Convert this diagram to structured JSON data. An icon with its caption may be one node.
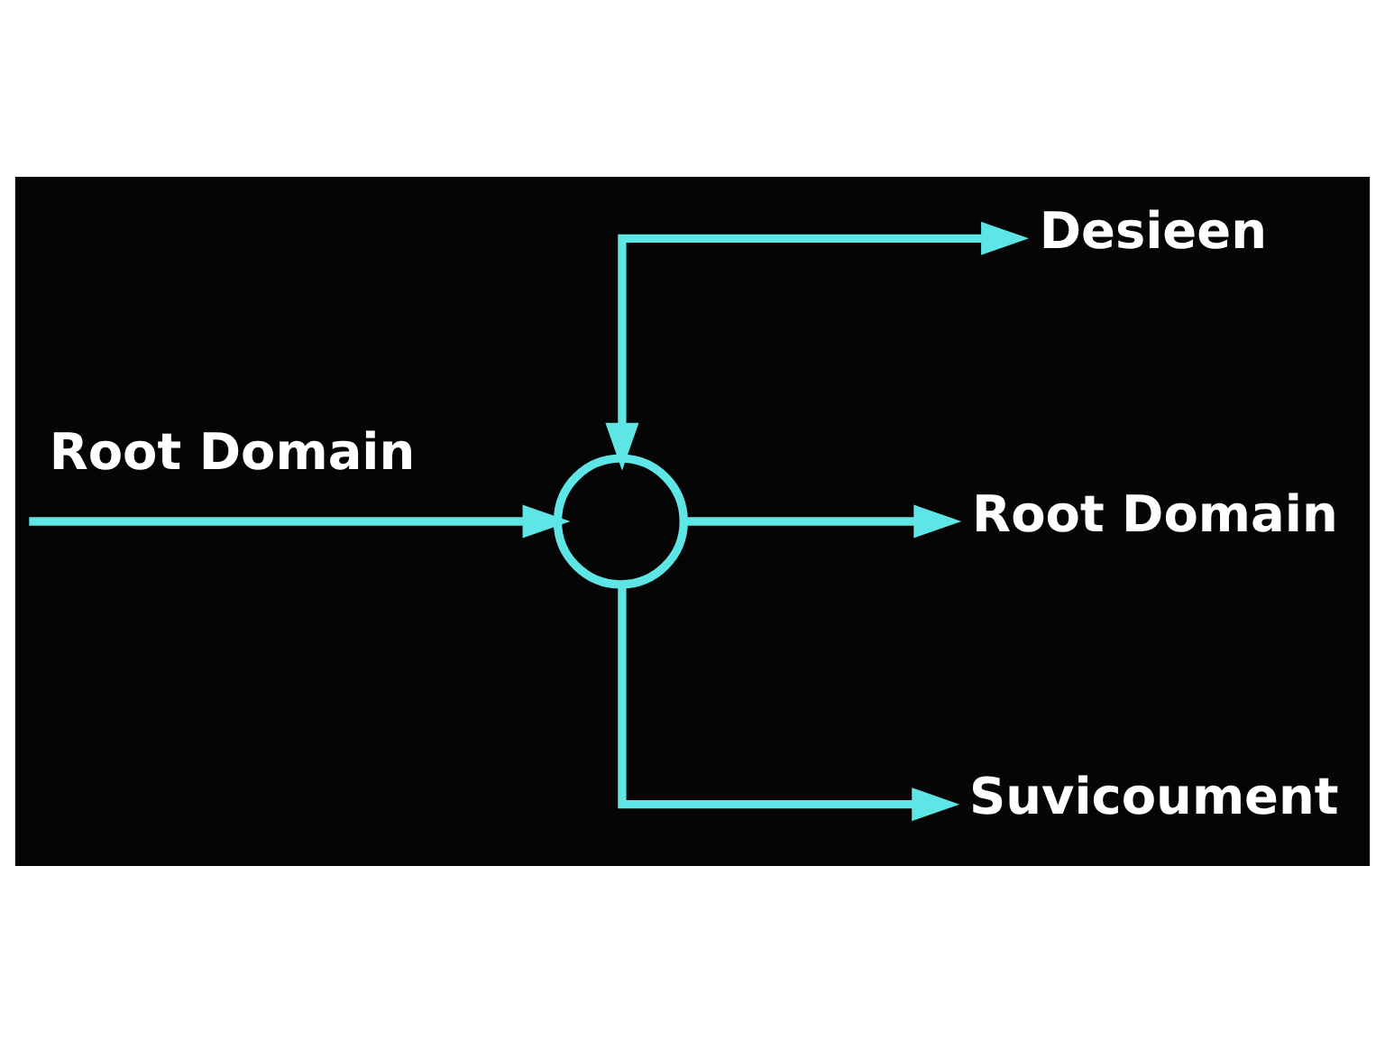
{
  "diagram": {
    "nodes": [
      {
        "text": [
          "Desieen"
        ]
      },
      {
        "text": [],
        "shape": "circle"
      },
      {
        "text": [
          "Root Domain"
        ]
      },
      {
        "text": [
          "Suvicoument"
        ]
      }
    ],
    "edges": [
      {
        "from": null,
        "to": 1,
        "arrow": "to",
        "label": "Root Domain"
      },
      {
        "from": 1,
        "to": 0,
        "arrow": "both"
      },
      {
        "from": 1,
        "to": 2,
        "arrow": "to"
      },
      {
        "from": 1,
        "to": 3,
        "arrow": "to"
      }
    ]
  }
}
